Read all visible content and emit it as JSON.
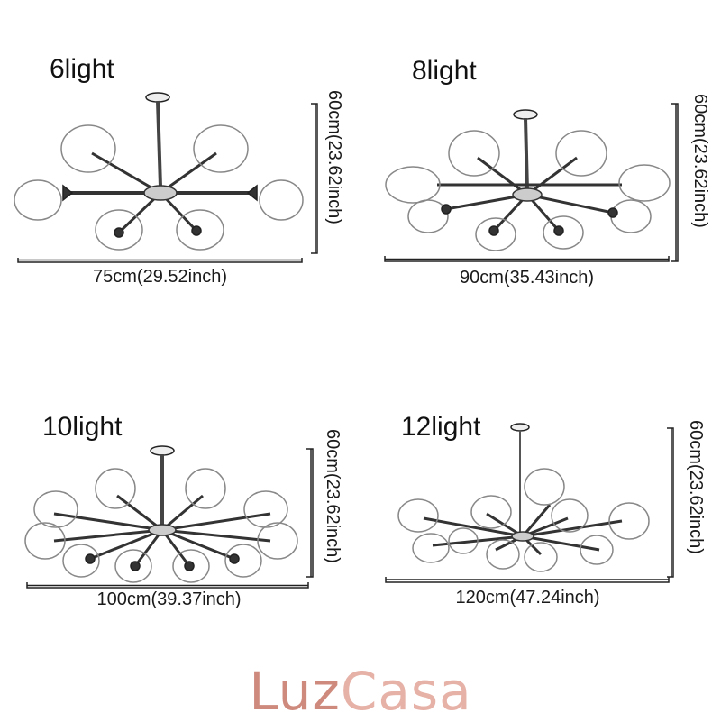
{
  "variants": [
    {
      "title": "6light",
      "width": "75cm(29.52inch)",
      "height": "60cm(23.62inch)"
    },
    {
      "title": "8light",
      "width": "90cm(35.43inch)",
      "height": "60cm(23.62inch)"
    },
    {
      "title": "10light",
      "width": "100cm(39.37inch)",
      "height": "60cm(23.62inch)"
    },
    {
      "title": "12light",
      "width": "120cm(47.24inch)",
      "height": "60cm(23.62inch)"
    }
  ],
  "brand": {
    "part1": "Luz",
    "part2": "Casa",
    "color1": "#cf8a7e",
    "color2": "#e6b1a7"
  }
}
